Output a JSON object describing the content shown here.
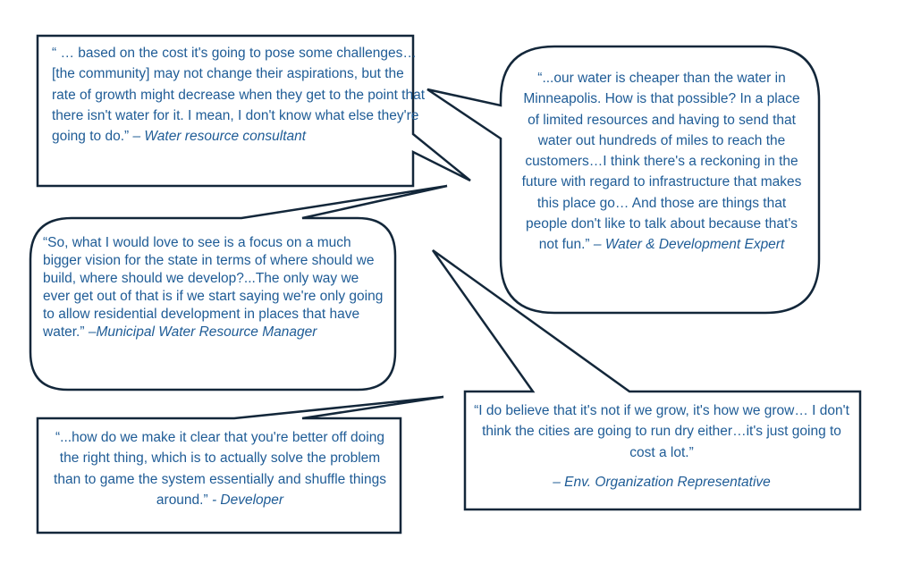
{
  "quotes": [
    {
      "id": "water-resource-consultant",
      "text": "“ … based on the cost it's going to pose some challenges… [the community] may not change their aspirations, but the rate of growth might decrease when they get to the point that there isn't water for it. I mean, I don't know what else they're going to do.”",
      "attribution": "– Water resource consultant"
    },
    {
      "id": "water-development-expert",
      "text": "“...our water is cheaper than the water in Minneapolis. How is that possible? In a place of limited resources and having to send that water out hundreds of miles to reach the customers…I think there's a reckoning in the future with regard to infrastructure that makes this place go… And those are things that people don't like to talk about because that's not fun.”",
      "attribution": "– Water & Development Expert"
    },
    {
      "id": "municipal-water-resource-manager",
      "text": "“So, what I would love to see is a focus on a much bigger vision for the state in terms of where should we build, where should we develop?...The only way we ever get out of that is if we start saying we're only going to allow residential development in places that have water.”",
      "attribution": "–Municipal Water Resource Manager"
    },
    {
      "id": "developer",
      "text": "“...how do we make it clear that you're better off doing the right thing, which is to actually solve the problem than to game the system essentially and shuffle things around.”",
      "attribution": "- Developer"
    },
    {
      "id": "env-organization-representative",
      "text": "“I do believe that it's not if we grow, it's how we grow… I don't think the cities are going to run dry either…it's just going to cost a lot.”",
      "attribution": "– Env. Organization Representative"
    }
  ],
  "colors": {
    "text": "#1f5c96",
    "stroke": "#13273a",
    "fill": "#ffffff"
  }
}
